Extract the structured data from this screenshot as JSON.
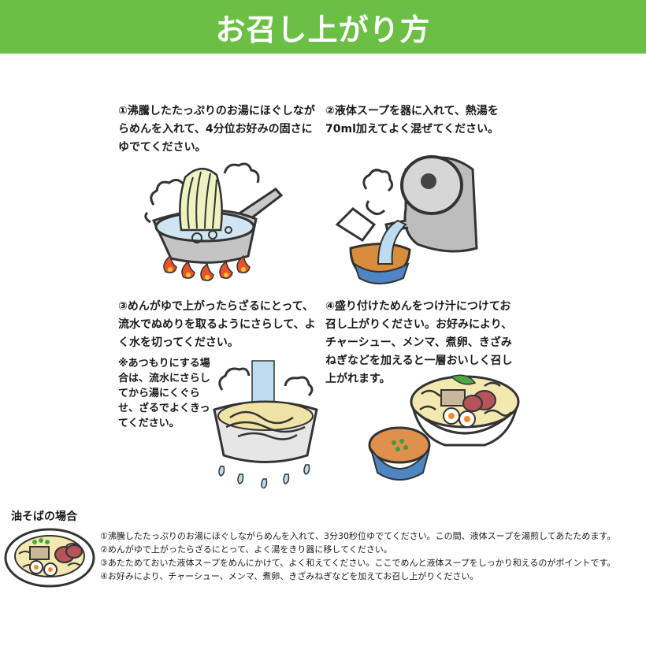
{
  "header": {
    "title": "お召し上がり方",
    "background_color": "#6cbf45",
    "text_color": "#ffffff"
  },
  "steps": [
    {
      "number": "①",
      "text": "①沸騰したたっぷりのお湯にほぐしながらめんを入れて、4分位お好みの固さにゆでてください。",
      "illustration": "pot-boiling-noodles-icon"
    },
    {
      "number": "②",
      "text": "②液体スープを器に入れて、熱湯を70ml加えてよく混ぜてください。",
      "illustration": "kettle-pouring-soup-icon"
    },
    {
      "number": "③",
      "text": "③めんがゆで上がったらざるにとって、流水でぬめりを取るようにさらして、よく水を切ってください。",
      "note": "※あつもりにする場合は、流水にさらしてから湯にくぐらせ、ざるでよくきってください。",
      "illustration": "colander-rinsing-noodles-icon"
    },
    {
      "number": "④",
      "text": "④盛り付けためんをつけ汁につけてお召し上がりください。お好みにより、チャーシュー、メンマ、煮卵、きざみねぎなどを加えると一層おいしく召し上がれます。",
      "illustration": "tsukemen-bowl-and-dip-icon"
    }
  ],
  "abura_soba": {
    "title": "油そばの場合",
    "illustration": "abura-soba-plate-icon",
    "steps": [
      "①沸騰したたっぷりのお湯にほぐしながらめんを入れて、3分30秒位ゆでてください。この間、液体スープを湯煎してあたためます。",
      "②めんがゆで上がったらざるにとって、よく湯をきり器に移してください。",
      "③あたためておいた液体スープをめんにかけて、よく和えてください。ここでめんと液体スープをしっかり和えるのがポイントです。",
      "④お好みにより、チャーシュー、メンマ、煮卵、きざみねぎなどを加えてお召し上がりください。"
    ]
  }
}
